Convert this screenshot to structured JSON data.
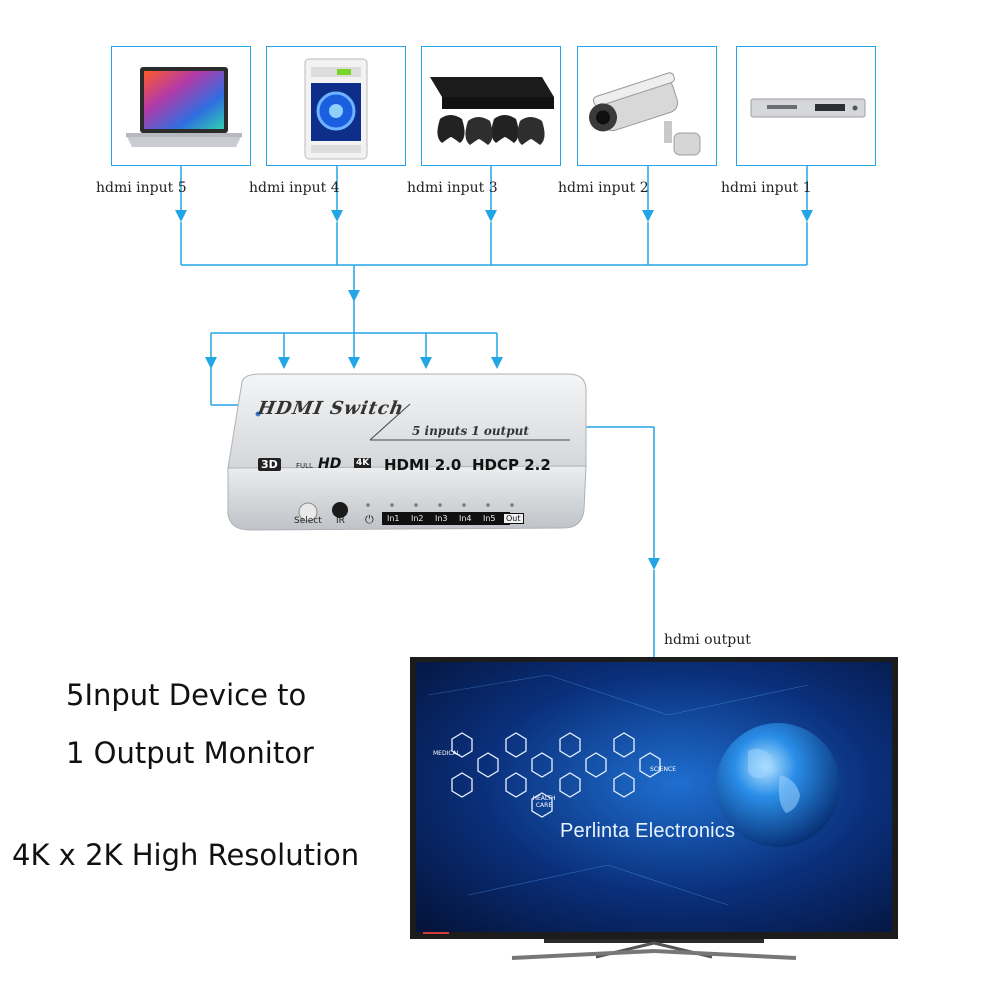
{
  "inputs": [
    {
      "label": "hdmi input 5",
      "device": "laptop"
    },
    {
      "label": "hdmi input 4",
      "device": "desktop-pc"
    },
    {
      "label": "hdmi input 3",
      "device": "game-console"
    },
    {
      "label": "hdmi input 2",
      "device": "security-camera"
    },
    {
      "label": "hdmi input 1",
      "device": "dvd-player"
    }
  ],
  "output_label": "hdmi output",
  "switch": {
    "title": "HDMI Switch",
    "subtitle": "5 inputs 1 output",
    "badge_3d": "3D",
    "badge_full": "FULL",
    "badge_hd": "HD",
    "badge_4k": "4K",
    "hdmi_spec": "HDMI 2.0",
    "hdcp_spec": "HDCP 2.2",
    "btn_select": "Select",
    "btn_ir": "IR",
    "power_icon": "⏻",
    "ports": [
      "In1",
      "In2",
      "In3",
      "In4",
      "In5",
      "Out"
    ]
  },
  "tv_screen": {
    "brand": "Perlinta Electronics",
    "icon_medical": "MEDICAL",
    "icon_health": "HEALTH CARE",
    "icon_science": "SCIENCE"
  },
  "captions": {
    "line1": "5Input Device to",
    "line2": "1 Output Monitor",
    "line3": "4K x 2K High Resolution"
  },
  "colors": {
    "wire": "#22a6e6",
    "switch_body": "#dcdfe2",
    "tv_screen": "#0a2a6e"
  }
}
